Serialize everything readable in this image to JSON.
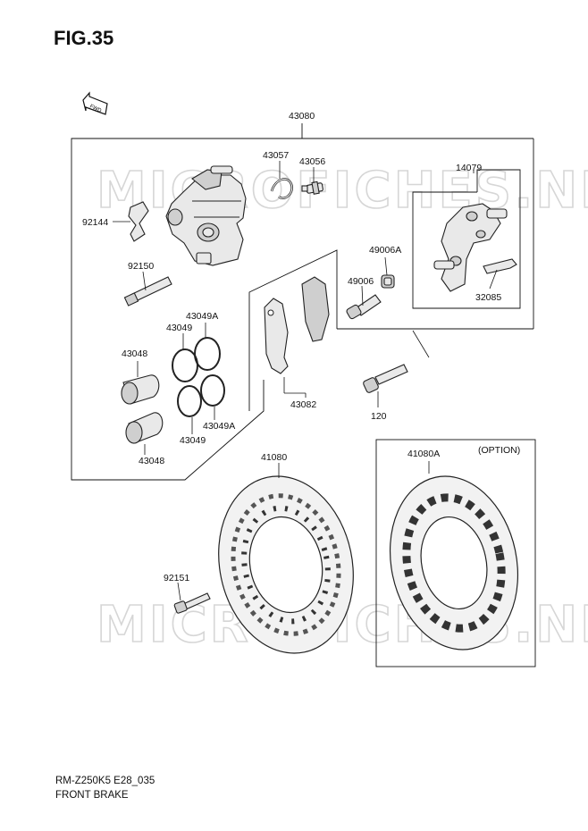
{
  "figure": {
    "title": "FIG.35"
  },
  "watermark": {
    "text": "MICROFICHES.NET"
  },
  "fwd_label": "FWD",
  "option_label": "(OPTION)",
  "parts": {
    "p43080": "43080",
    "p43057": "43057",
    "p43056": "43056",
    "p14079": "14079",
    "p92144": "92144",
    "p49006A": "49006A",
    "p49006": "49006",
    "p32085": "32085",
    "p92150": "92150",
    "p43049A_top": "43049A",
    "p43049_top": "43049",
    "p43048_top": "43048",
    "p43082": "43082",
    "p120": "120",
    "p43049A_bot": "43049A",
    "p43049_bot": "43049",
    "p43048_bot": "43048",
    "p41080": "41080",
    "p41080A": "41080A",
    "p92151": "92151"
  },
  "footer": {
    "line1": "RM-Z250K5 E28_035",
    "line2": "FRONT BRAKE"
  }
}
